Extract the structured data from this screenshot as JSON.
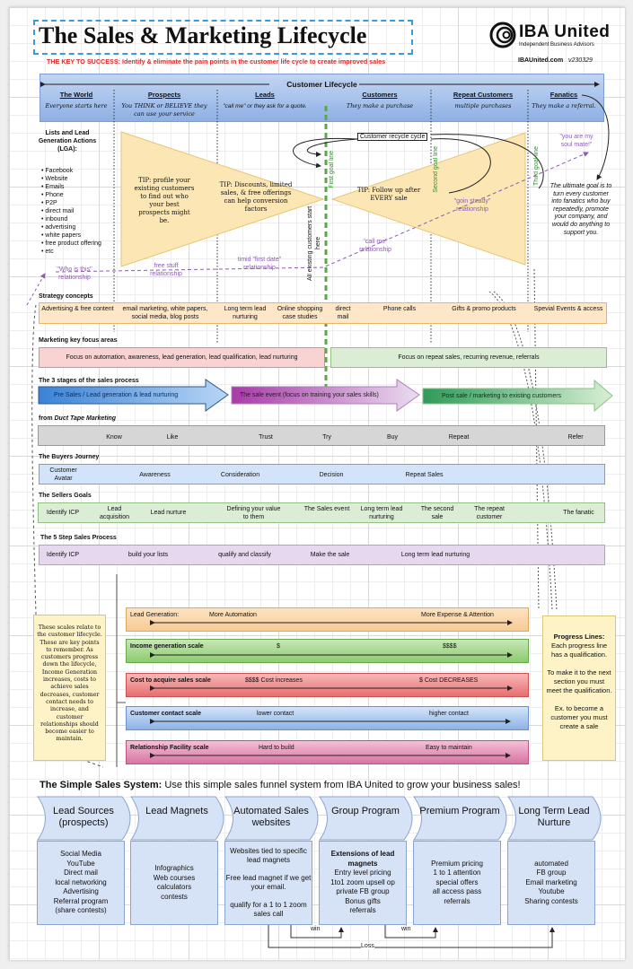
{
  "header": {
    "title": "The Sales & Marketing Lifecycle",
    "key_label": "THE KEY TO SUCCESS:",
    "key_text": "Identify & eliminate the pain points in the customer life cycle to create improved sales",
    "logo_name": "IBA United",
    "logo_sub": "Independent Business Advisors",
    "site": "IBAUnited.com",
    "version": "v230329"
  },
  "lifecycle": {
    "title": "Customer Lifecycle",
    "stages": [
      {
        "name": "The World",
        "desc": "Everyone starts here"
      },
      {
        "name": "Prospects",
        "desc": "You THINK or BELIEVE they can use your service"
      },
      {
        "name": "Leads",
        "desc": "\"call me\" or they ask for a quote."
      },
      {
        "name": "Customers",
        "desc": "They make a purchase"
      },
      {
        "name": "Repeat Customers",
        "desc": "multiple purchases"
      },
      {
        "name": "Fanatics",
        "desc": "They make a referral."
      }
    ]
  },
  "lga": {
    "title": "Lists and Lead Generation Actions (LGA):",
    "items": [
      "Facebook",
      "Website",
      "Emails",
      "Phone",
      "P2P",
      "direct mail",
      "inbound",
      "advertising",
      "white papers",
      "free product offering",
      "etc"
    ]
  },
  "funnel": {
    "tip1": "TIP: profile your existing customers to find out who your best prospects might be.",
    "tip2": "TIP: Discounts, limited sales, & free offerings can help conversion factors",
    "tip3": "TIP: Follow up after EVERY sale",
    "recycle": "Customer recycle cycle",
    "goal1": "First goal line",
    "goal2": "Second goal line",
    "goal3": "Third goal line",
    "existing": "All existing customers start here",
    "rel": [
      "\"Who is this\" relationship",
      "free stuff relationship",
      "timid \"first date\" relationship",
      "\"call me\" relationship",
      "\"goin steady\" relationship",
      "\"you are my soul mate!\""
    ],
    "ultimate": "The ultimate goal is to turn every customer into fanatics who buy repeatedly, promote your company, and would do anything to support you."
  },
  "strategy": {
    "title": "Strategy concepts",
    "items": [
      "Advertising & free content",
      "email marketing, white papers, social media, blog posts",
      "Long term lead nurturing",
      "Online shopping case studies",
      "direct mail",
      "Phone calls",
      "Gifts & promo products",
      "Spevial Events & access"
    ]
  },
  "focus": {
    "title": "Marketing key focus areas",
    "left": "Focus on automation, awareness, lead generation, lead qualification, lead nurturing",
    "right": "Focus on repeat sales, recurring revenue, referrals"
  },
  "stages": {
    "title": "The 3 stages of the sales process",
    "items": [
      "Pre Sales / Lead generation & lead nurturing",
      "The sale event (focus on training your sales skills)",
      "Post sale / marketing to existing customers"
    ]
  },
  "duct": {
    "title_prefix": "from ",
    "title_em": "Duct Tape Marketing",
    "items": [
      "Know",
      "Like",
      "Trust",
      "Try",
      "Buy",
      "Repeat",
      "Refer"
    ]
  },
  "buyers": {
    "title": "The Buyers Journey",
    "items": [
      "Customer Avatar",
      "Awareness",
      "Consideration",
      "Decision",
      "Repeat Sales"
    ]
  },
  "sellers": {
    "title": "The Sellers Goals",
    "items": [
      "Identify ICP",
      "Lead acquisition",
      "Lead nurture",
      "Defining your value to them",
      "The Sales event",
      "Long term lead nurturing",
      "The second sale",
      "The repeat customer",
      "The fanatic"
    ]
  },
  "five": {
    "title": "The 5 Step Sales Process",
    "items": [
      "Identify ICP",
      "build your lists",
      "qualify and classify",
      "Make the sale",
      "Long term lead nurturing"
    ]
  },
  "scales": [
    {
      "label": "Lead Generation:",
      "low": "More Automation",
      "high": "More Expense & Attention"
    },
    {
      "label": "Income generation scale",
      "low": "$",
      "high": "$$$$"
    },
    {
      "label": "Cost to acquire sales scale",
      "low": "$$$$ Cost increases",
      "high": "$ Cost DECREASES"
    },
    {
      "label": "Customer contact scale",
      "low": "lower contact",
      "high": "higher contact"
    },
    {
      "label": "Relationship Facility scale",
      "low": "Hard to build",
      "high": "Easy to maintain"
    }
  ],
  "left_note": "These scales relate to the customer lifecycle. These are key points to remember. As customers progress down the lifecycle, Income Generation increases, costs to achieve sales decreases, customer contact needs to increase, and customer relationships should become easier to maintain.",
  "right_note": {
    "title": "Progress Lines:",
    "p1": "Each progress line has a qualification.",
    "p2": "To make it to the next section you must meet the qualification.",
    "p3": "Ex. to become a customer you must create a sale"
  },
  "system": {
    "title": "The Simple Sales System:",
    "subtitle": "Use this simple sales funnel system from IBA United to grow your business sales!",
    "columns": [
      {
        "head": "Lead Sources (prospects)",
        "lines": [
          "Social Media",
          "YouTube",
          "Direct mail",
          "local networking",
          "Advertising",
          "Referral program",
          "(share contests)"
        ]
      },
      {
        "head": "Lead Magnets",
        "lines": [
          "Infographics",
          "Web courses",
          "calculators",
          "contests"
        ]
      },
      {
        "head": "Automated Sales websites",
        "lines": [
          "Websites tied to specific lead magnets",
          "",
          "Free lead magnet if we get your email.",
          "",
          "qualify for a 1 to 1 zoom sales call"
        ]
      },
      {
        "head": "Group Program",
        "bold": "Extensions of lead magnets",
        "lines": [
          "Entry level pricing",
          "1to1 zoom upsell op",
          "private FB group",
          "Bonus gifts",
          "referrals"
        ]
      },
      {
        "head": "Premium Program",
        "lines": [
          "Premium pricing",
          "1 to 1 attention",
          "special offers",
          "all access pass",
          "referrals"
        ]
      },
      {
        "head": "Long Term Lead Nurture",
        "lines": [
          "automated",
          "FB group",
          "Email marketing",
          "Youtube",
          "Sharing contests"
        ]
      }
    ],
    "win": "win",
    "loss": "Loss"
  },
  "colors": {
    "title_border": "#3a9ad9",
    "key": "#e02a2a",
    "lifecycle": "#aac4ec",
    "triangle": "#fbe6b4",
    "goal": "#5aa845",
    "relationship": "#8e5cb5"
  }
}
